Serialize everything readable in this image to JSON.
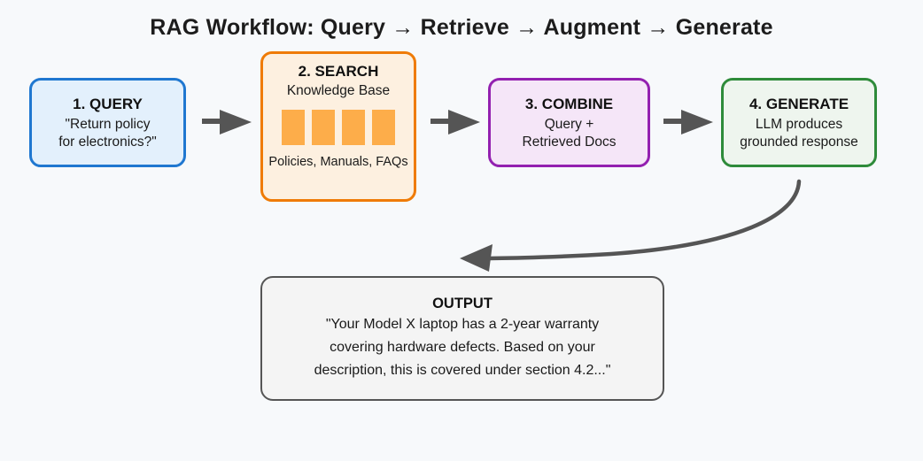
{
  "title": "RAG Workflow: Query → Retrieve → Augment → Generate",
  "colors": {
    "background": "#f7f9fb",
    "query_border": "#1f77d0",
    "query_fill": "#e3f0fc",
    "search_border": "#ef7b06",
    "search_fill": "#fdf0e0",
    "doc_fill": "#fdad4a",
    "combine_border": "#9320b0",
    "combine_fill": "#f5e6f8",
    "generate_border": "#2e8b3a",
    "generate_fill": "#eef5ee",
    "output_border": "#555555",
    "output_fill": "#f4f4f4",
    "arrow": "#555555"
  },
  "nodes": {
    "query": {
      "title": "1. QUERY",
      "line1": "\"Return policy",
      "line2": "for electronics?\""
    },
    "search": {
      "title": "2. SEARCH",
      "subtitle": "Knowledge Base",
      "caption": "Policies, Manuals, FAQs",
      "doc_count": 4
    },
    "combine": {
      "title": "3. COMBINE",
      "line1": "Query +",
      "line2": "Retrieved Docs"
    },
    "generate": {
      "title": "4. GENERATE",
      "line1": "LLM produces",
      "line2": "grounded response"
    },
    "output": {
      "title": "OUTPUT",
      "line1": "\"Your Model X laptop has a 2-year warranty",
      "line2": "covering hardware defects. Based on your",
      "line3": "description, this is covered under section 4.2...\""
    }
  },
  "arrows": {
    "query_to_search": "arrow-right-icon",
    "search_to_combine": "arrow-right-icon",
    "combine_to_generate": "arrow-right-icon",
    "generate_to_output": "curved-arrow-icon"
  }
}
